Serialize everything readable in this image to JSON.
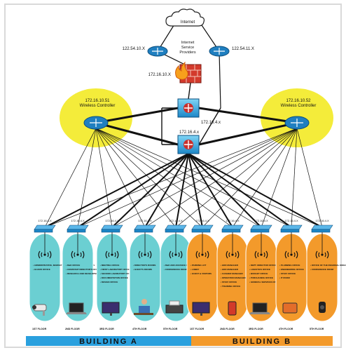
{
  "internet": {
    "label": "Internet"
  },
  "isp": {
    "label_line1": "Internet",
    "label_line2": "Service",
    "label_line3": "Providers"
  },
  "isp_routers": [
    {
      "ip": "122.54.10.X"
    },
    {
      "ip": "122.54.11.X"
    }
  ],
  "firewall": {
    "ip": "172.16.10.X"
  },
  "wireless_controllers": [
    {
      "ip": "172.16.10.51",
      "label": "Wireless Controller"
    },
    {
      "ip": "172.16.10.52",
      "label": "Wireless Controller"
    }
  ],
  "core_switches": [
    {
      "ip": "172.16.4.x"
    },
    {
      "ip": "172.16.4.x"
    }
  ],
  "access_switch_ip": "172.16.4.X",
  "buildings": [
    {
      "name": "BUILDING A",
      "color": "#2aa0de",
      "floor_color": "#6bcfd2"
    },
    {
      "name": "BUILDING B",
      "color": "#f39a2b",
      "floor_color": "#f39a2b"
    }
  ],
  "floors": [
    {
      "label": "1ST FLOOR",
      "items": [
        "• ADMINISTRATIVE, MARKETING AND ASSISTANCE DIVISION",
        "• GUARD OFFICE"
      ]
    },
    {
      "label": "2ND FLOOR",
      "items": [
        "• R&D OFFICE",
        "• ASSISTANT DIRECTOR'S OFFICE",
        "• RESEARCH AND DEVELOPMENT OFFICE"
      ]
    },
    {
      "label": "3RD FLOOR",
      "items": [
        "• MEETING OFFICE",
        "• FIRST LABORATORY OFFICE",
        "• SECOND LABORATORY OFFICE",
        "• DOCUMENTATION OFFICE",
        "• DESIGN OFFICE"
      ]
    },
    {
      "label": "4TH FLOOR",
      "items": [
        "• DIRECTOR'S ROOMS",
        "• GUEST'S ROOMS"
      ]
    },
    {
      "label": "5TH FLOOR",
      "items": [
        "• R&D AND ADVANCE ROBOTICS OFFICE",
        "• CONFERENCE ROOM"
      ]
    },
    {
      "label": "1ST FLOOR",
      "items": [
        "• PARKING LOT",
        "• LOBBY",
        "• GUEST & VISITORS"
      ]
    },
    {
      "label": "2ND FLOOR",
      "items": [
        "• HOD MANAGER",
        "• HOD MANAGER",
        "• CASHIER MANAGER",
        "• OPERATION MANAGER",
        "• STAFF OFFICE",
        "• TRAINING OFFICE"
      ]
    },
    {
      "label": "3RD FLOOR",
      "items": [
        "• DEPT. DIRECTOR OFFICE",
        "• LOGISTICS OFFICE",
        "• BUDGET OFFICE",
        "• PURCHASING OFFICE",
        "• GENERAL SERVICES OFFICE"
      ]
    },
    {
      "label": "4TH FLOOR",
      "items": [
        "• PLANNING OFFICE",
        "• ENGINEERING OFFICE",
        "• STAFF OFFICE",
        "• IT ROOM"
      ]
    },
    {
      "label": "5TH FLOOR",
      "items": [
        "• OFFICE OF THE REGIONAL DIRECTOR",
        "• CONFERENCE ROOM"
      ]
    }
  ],
  "devices": [
    {
      "name": "cctv-camera-icon"
    },
    {
      "name": "laptop-icon"
    },
    {
      "name": "monitor-icon"
    },
    {
      "name": "person-at-desk-icon"
    },
    {
      "name": "printer-icon"
    },
    {
      "name": "monitor-icon"
    },
    {
      "name": "phone-icon"
    },
    {
      "name": "laptop-icon"
    },
    {
      "name": "tablet-icon"
    },
    {
      "name": "watch-icon"
    }
  ]
}
